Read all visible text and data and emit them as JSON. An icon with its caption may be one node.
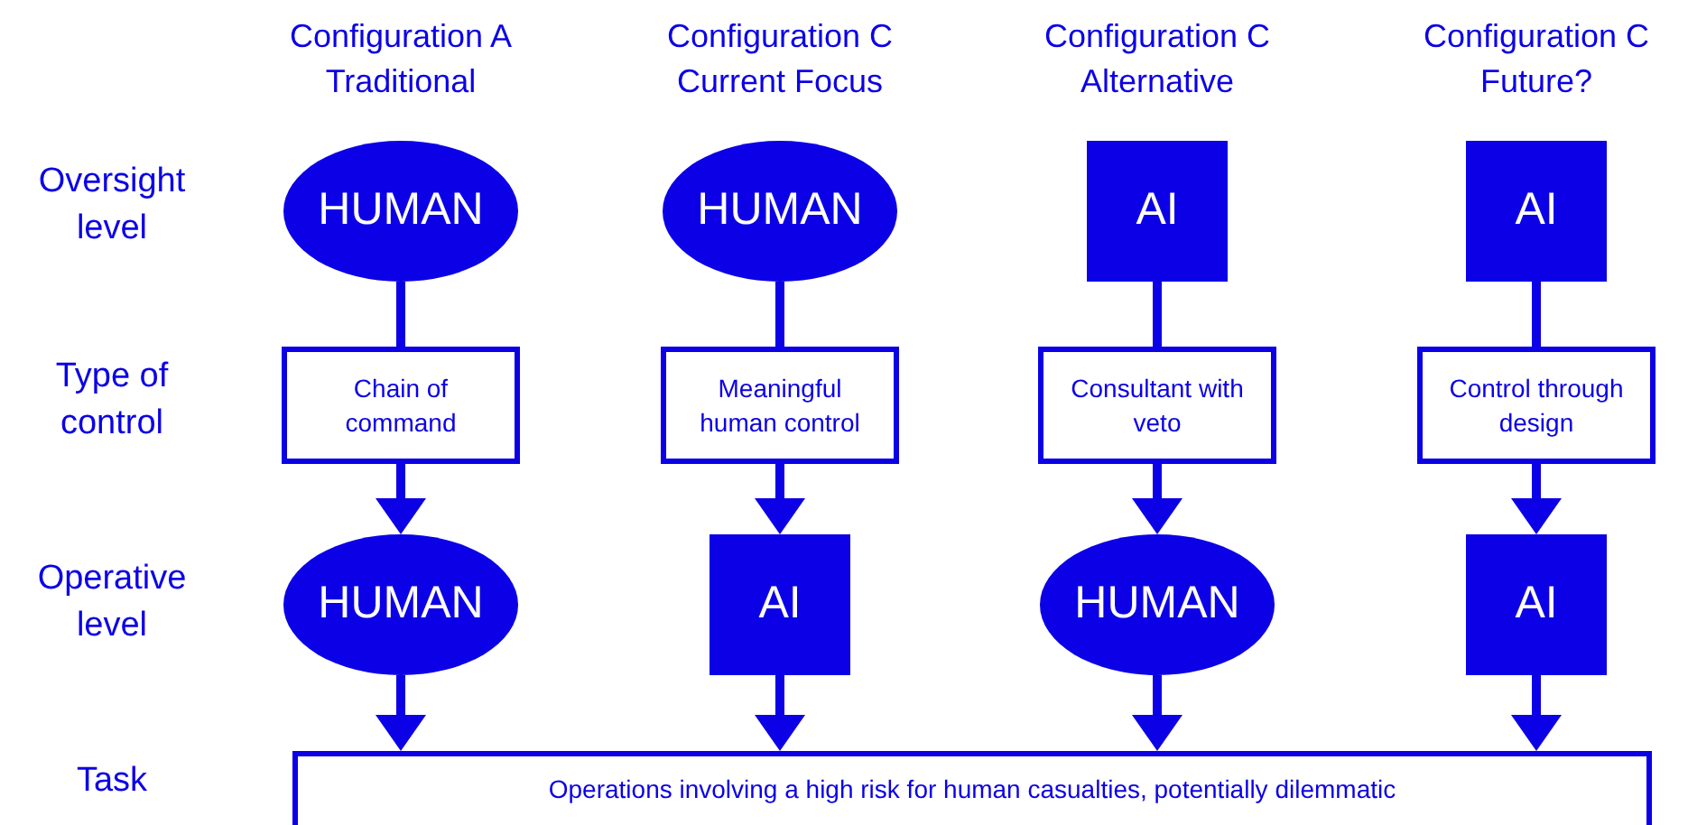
{
  "diagram": {
    "nodes": [
      {
        "text": [
          "HUMAN"
        ]
      },
      {
        "text": [
          "HUMAN"
        ]
      },
      {
        "text": [
          "AI"
        ]
      },
      {
        "text": [
          "AI"
        ]
      },
      {
        "text": [
          "Chain of command"
        ]
      },
      {
        "text": [
          "Meaningful human control"
        ]
      },
      {
        "text": [
          "Consultant with veto"
        ]
      },
      {
        "text": [
          "Control through design"
        ]
      },
      {
        "text": [
          "HUMAN"
        ]
      },
      {
        "text": [
          "AI"
        ]
      },
      {
        "text": [
          "HUMAN"
        ]
      },
      {
        "text": [
          "AI"
        ]
      },
      {
        "text": [
          "Operations involving a high risk for human casualties, potentially dilemmatic"
        ]
      }
    ],
    "edges": [
      {
        "from": 0,
        "to": 4,
        "arrow": "none"
      },
      {
        "from": 1,
        "to": 5,
        "arrow": "none"
      },
      {
        "from": 2,
        "to": 6,
        "arrow": "none"
      },
      {
        "from": 3,
        "to": 7,
        "arrow": "none"
      },
      {
        "from": 4,
        "to": 8,
        "arrow": "to"
      },
      {
        "from": 5,
        "to": 9,
        "arrow": "to"
      },
      {
        "from": 6,
        "to": 10,
        "arrow": "to"
      },
      {
        "from": 7,
        "to": 11,
        "arrow": "to"
      },
      {
        "from": 8,
        "to": 12,
        "arrow": "to"
      },
      {
        "from": 9,
        "to": 12,
        "arrow": "to"
      },
      {
        "from": 10,
        "to": 12,
        "arrow": "to"
      },
      {
        "from": 11,
        "to": 12,
        "arrow": "to"
      }
    ],
    "labels": [
      "Configuration A Traditional",
      "Configuration C Current Focus",
      "Configuration C Alternative",
      "Configuration C Future?",
      "Oversight level",
      "Type of control",
      "Operative level",
      "Task"
    ]
  }
}
